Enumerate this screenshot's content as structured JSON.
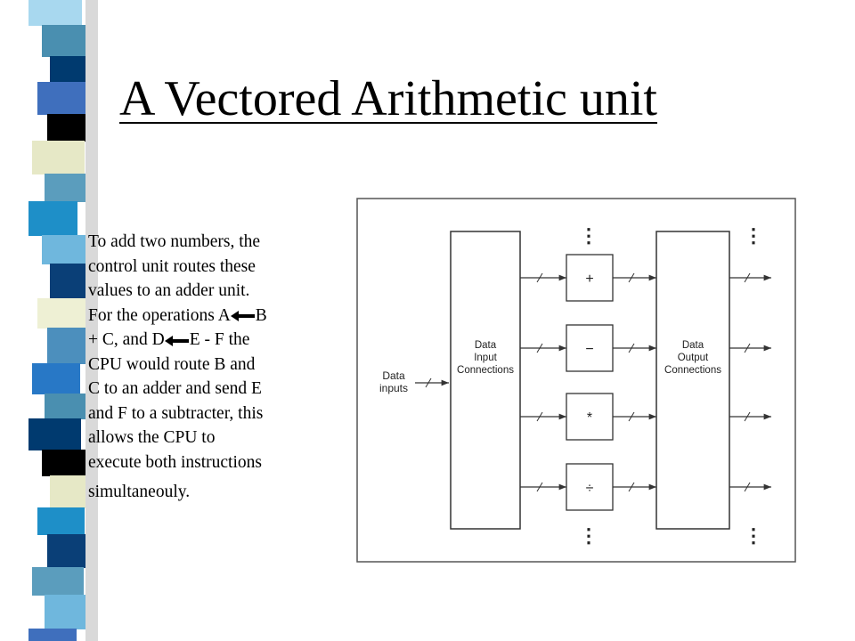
{
  "slide": {
    "title": "A Vectored Arithmetic unit",
    "body_lines": [
      "To add two numbers, the",
      "control unit routes these",
      "values to an adder unit.",
      "For the operations A",
      "B",
      "+ C, and D",
      "E - F the",
      "CPU would route B and",
      "C to an adder and send E",
      "and F to a subtracter, this",
      "allows the CPU to",
      "execute both instructions",
      "simultaneouly."
    ]
  },
  "diagram": {
    "input_label_line1": "Data",
    "input_label_line2": "inputs",
    "input_box_line1": "Data",
    "input_box_line2": "Input",
    "input_box_line3": "Connections",
    "output_box_line1": "Data",
    "output_box_line2": "Output",
    "output_box_line3": "Connections",
    "units": [
      "+",
      "−",
      "*",
      "÷"
    ],
    "continuation_mark": "⋮",
    "colors": {
      "frame": "#555555",
      "line": "#333333",
      "arrow_icon": "#000000"
    }
  },
  "stripe": {
    "colors": [
      "#a8d8ef",
      "#4a8fb0",
      "#003a6f",
      "#3f6fbd",
      "#000000",
      "#e6e8c6",
      "#5b9dbd",
      "#1e8fc8",
      "#6fb7dd",
      "#0a3f77",
      "#eef0d4",
      "#4c8fbd",
      "#2878c6",
      "#c9dde6"
    ]
  }
}
